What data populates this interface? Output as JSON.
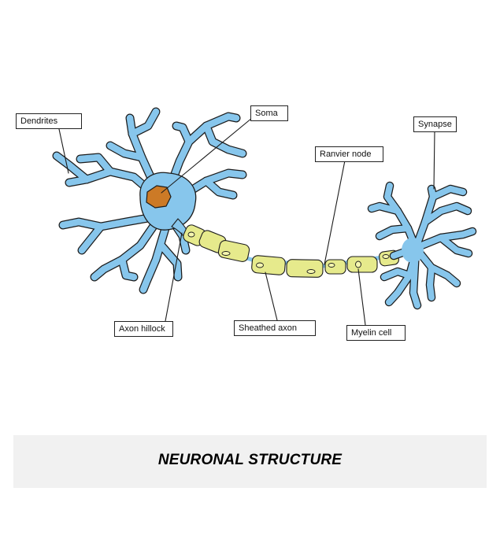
{
  "labels": {
    "dendrites": "Dendrites",
    "soma": "Soma",
    "ranvier_node": "Ranvier node",
    "synapse": "Synapse",
    "axon_hillock": "Axon hillock",
    "sheathed_axon": "Sheathed axon",
    "myelin_cell": "Myelin cell"
  },
  "caption": "NEURONAL STRUCTURE",
  "colors": {
    "neuron_body": "#87c6ec",
    "neuron_outline": "#1c1c1c",
    "nucleus": "#cc7a26",
    "myelin": "#e6ea8c",
    "myelin_inner": "#f6f7b0",
    "caption_band": "#f1f1f1"
  }
}
